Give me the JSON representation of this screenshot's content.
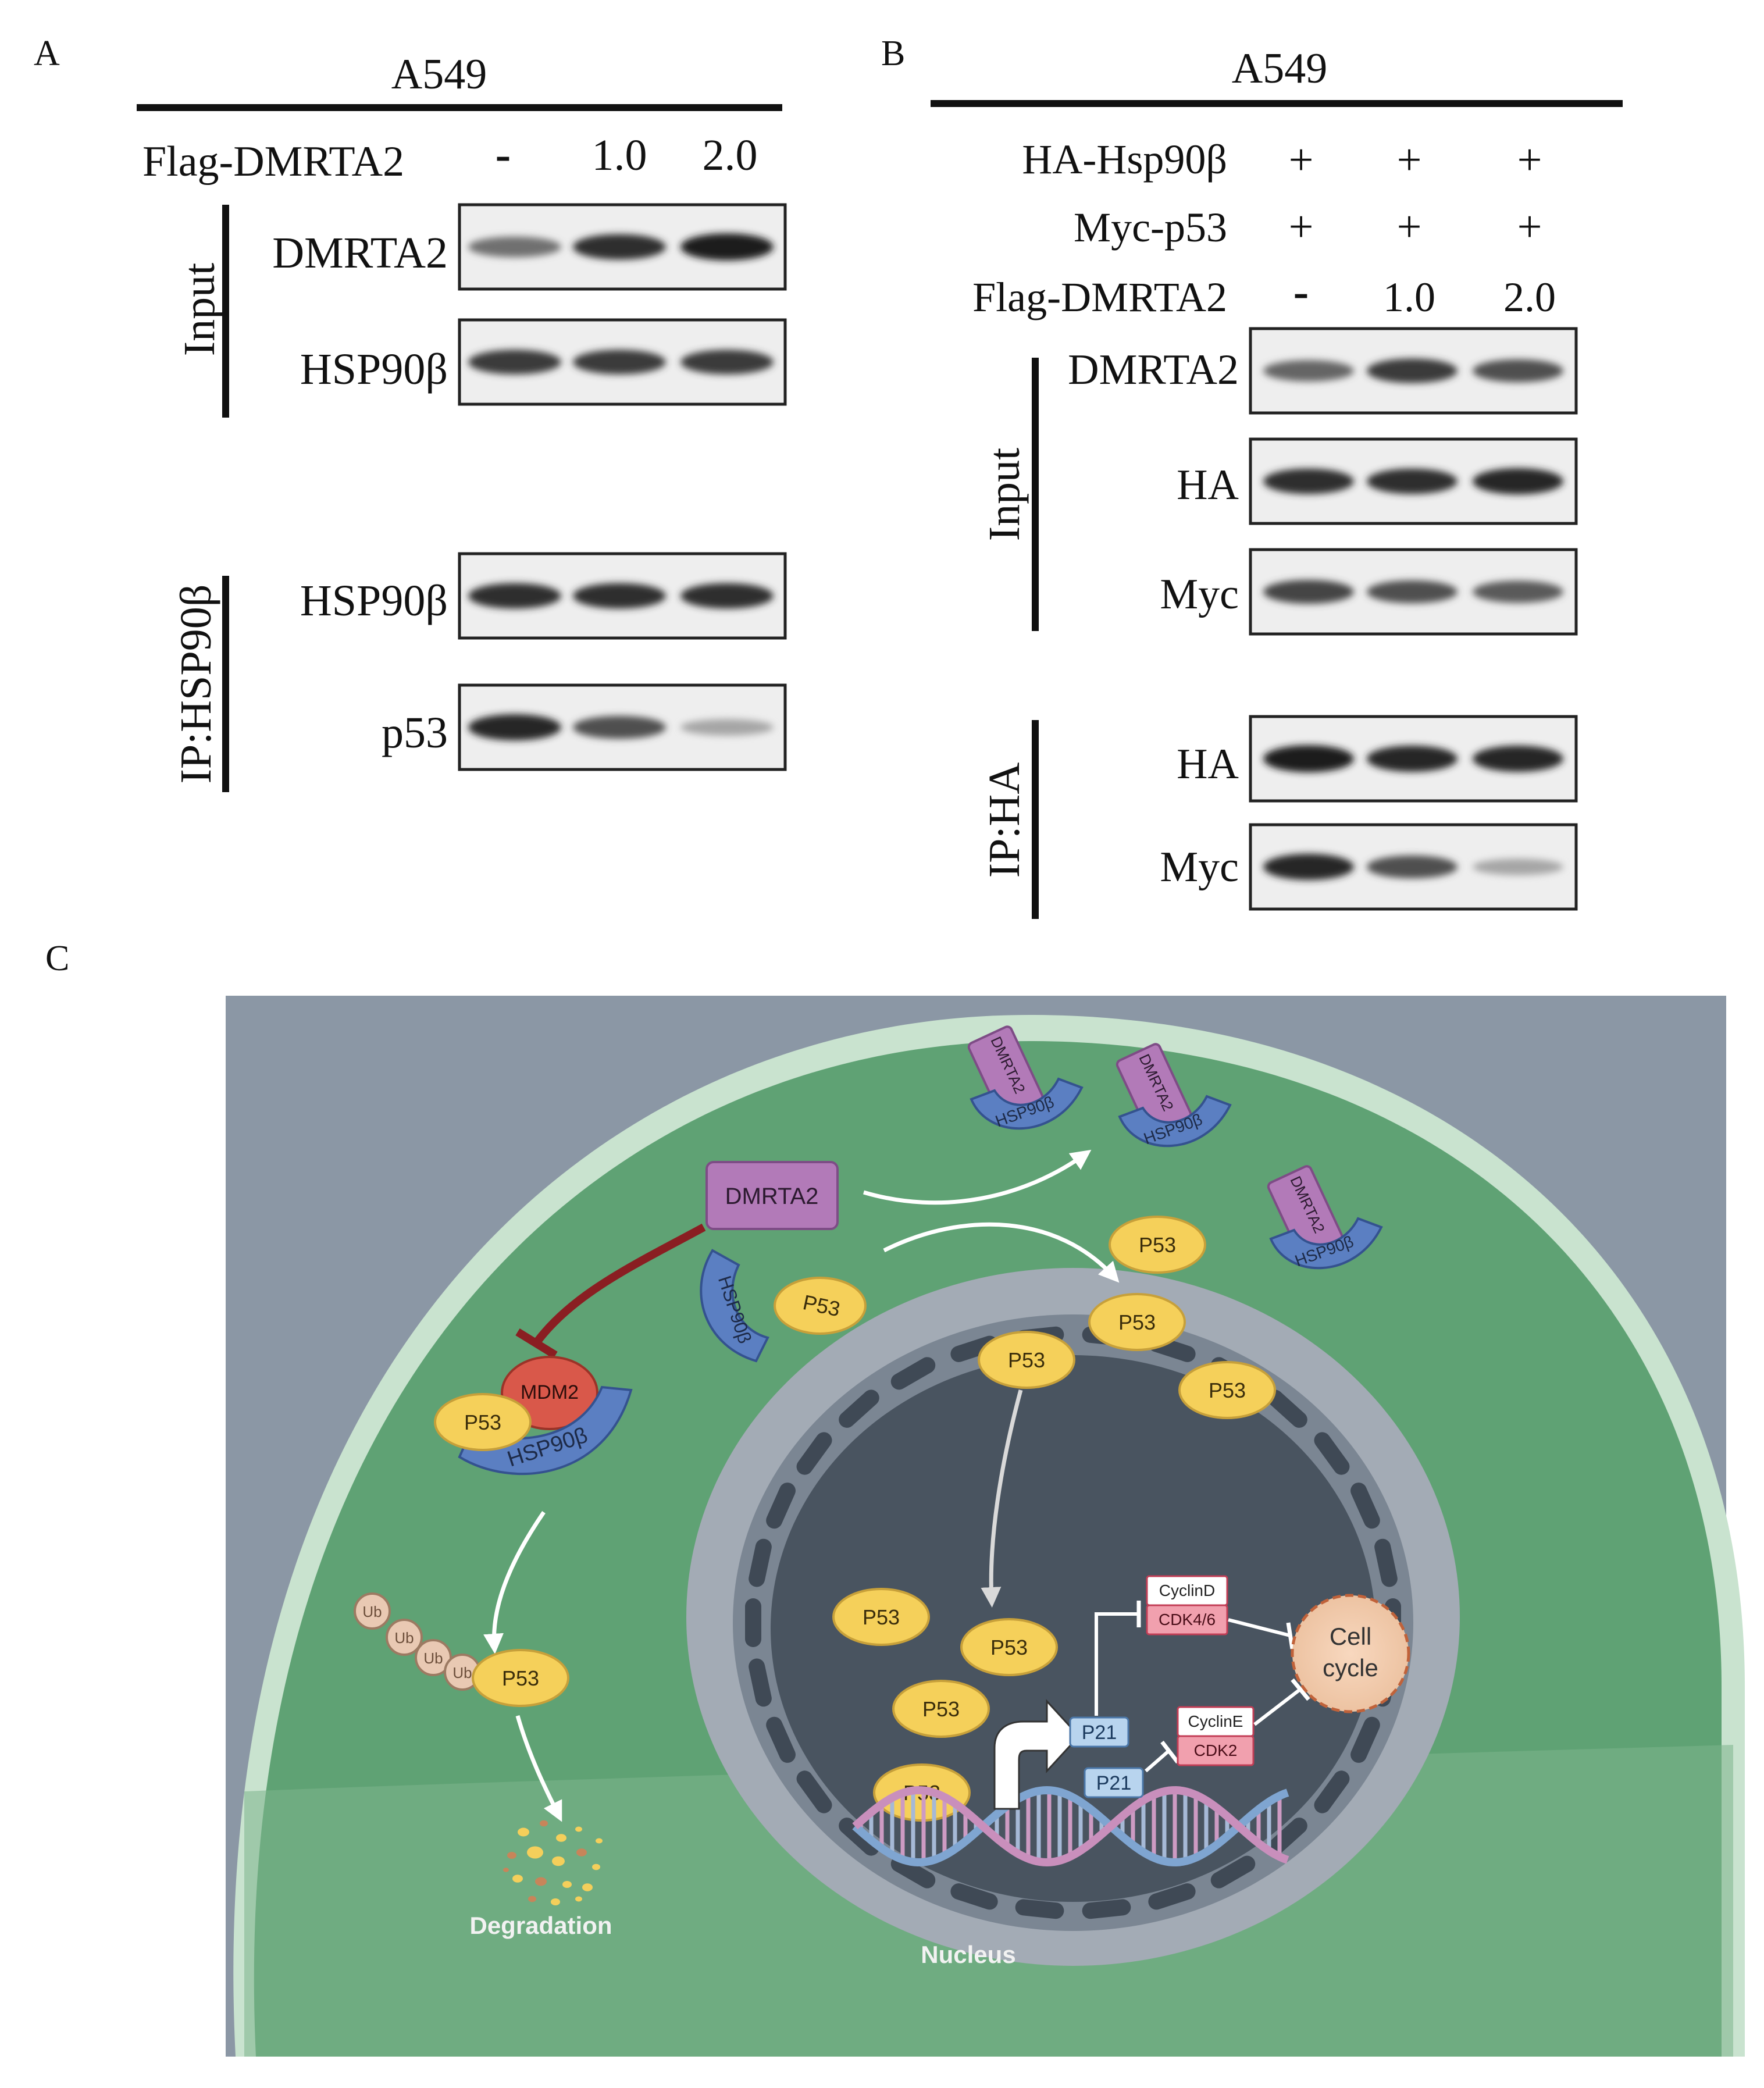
{
  "panel_a": {
    "letter": "A",
    "cell_line": "A549",
    "treatment_label": "Flag-DMRTA2",
    "doses": [
      "-",
      "1.0",
      "2.0"
    ],
    "input_label": "Input",
    "ip_label": "IP:HSP90β",
    "blots": [
      {
        "label": "DMRTA2",
        "intensity": [
          0.55,
          0.85,
          0.95
        ]
      },
      {
        "label": "HSP90β",
        "intensity": [
          0.8,
          0.8,
          0.8
        ]
      },
      {
        "label": "HSP90β",
        "intensity": [
          0.85,
          0.85,
          0.85
        ]
      },
      {
        "label": "p53",
        "intensity": [
          0.9,
          0.7,
          0.3
        ]
      }
    ]
  },
  "panel_b": {
    "letter": "B",
    "cell_line": "A549",
    "rows": [
      {
        "label": "HA-Hsp90β",
        "values": [
          "+",
          "+",
          "+"
        ]
      },
      {
        "label": "Myc-p53",
        "values": [
          "+",
          "+",
          "+"
        ]
      },
      {
        "label": "Flag-DMRTA2",
        "values": [
          "-",
          "1.0",
          "2.0"
        ]
      }
    ],
    "input_label": "Input",
    "ip_label": "IP:HA",
    "blots": [
      {
        "label": "DMRTA2",
        "intensity": [
          0.6,
          0.8,
          0.7
        ]
      },
      {
        "label": "HA",
        "intensity": [
          0.85,
          0.85,
          0.9
        ]
      },
      {
        "label": "Myc",
        "intensity": [
          0.75,
          0.7,
          0.65
        ]
      },
      {
        "label": "HA",
        "intensity": [
          0.95,
          0.9,
          0.9
        ]
      },
      {
        "label": "Myc",
        "intensity": [
          0.9,
          0.7,
          0.3
        ]
      }
    ]
  },
  "panel_c": {
    "letter": "C",
    "labels": {
      "dmrta2": "DMRTA2",
      "hsp90b": "HSP90β",
      "hsp90b_alt": "HSP90β",
      "p53": "P53",
      "mdm2": "MDM2",
      "ub": "Ub",
      "degradation": "Degradation",
      "nucleus": "Nucleus",
      "p21": "P21",
      "cyclinD": "CyclinD",
      "cdk46": "CDK4/6",
      "cyclinE": "CyclinE",
      "cdk2": "CDK2",
      "cell_cycle_1": "Cell",
      "cell_cycle_2": "cycle"
    },
    "colors": {
      "background": "#8b97a5",
      "cytoplasm": "#5fa274",
      "membrane": "#c9e3cf",
      "nucleus_env": "#a3abb5",
      "nucleoplasm": "#495460",
      "p53": "#f5d05a",
      "dmrta2": "#b27ab8",
      "hsp90b": "#5b7fc2",
      "mdm2": "#d9584a",
      "inhibit_arrow": "#8a1e22"
    }
  }
}
